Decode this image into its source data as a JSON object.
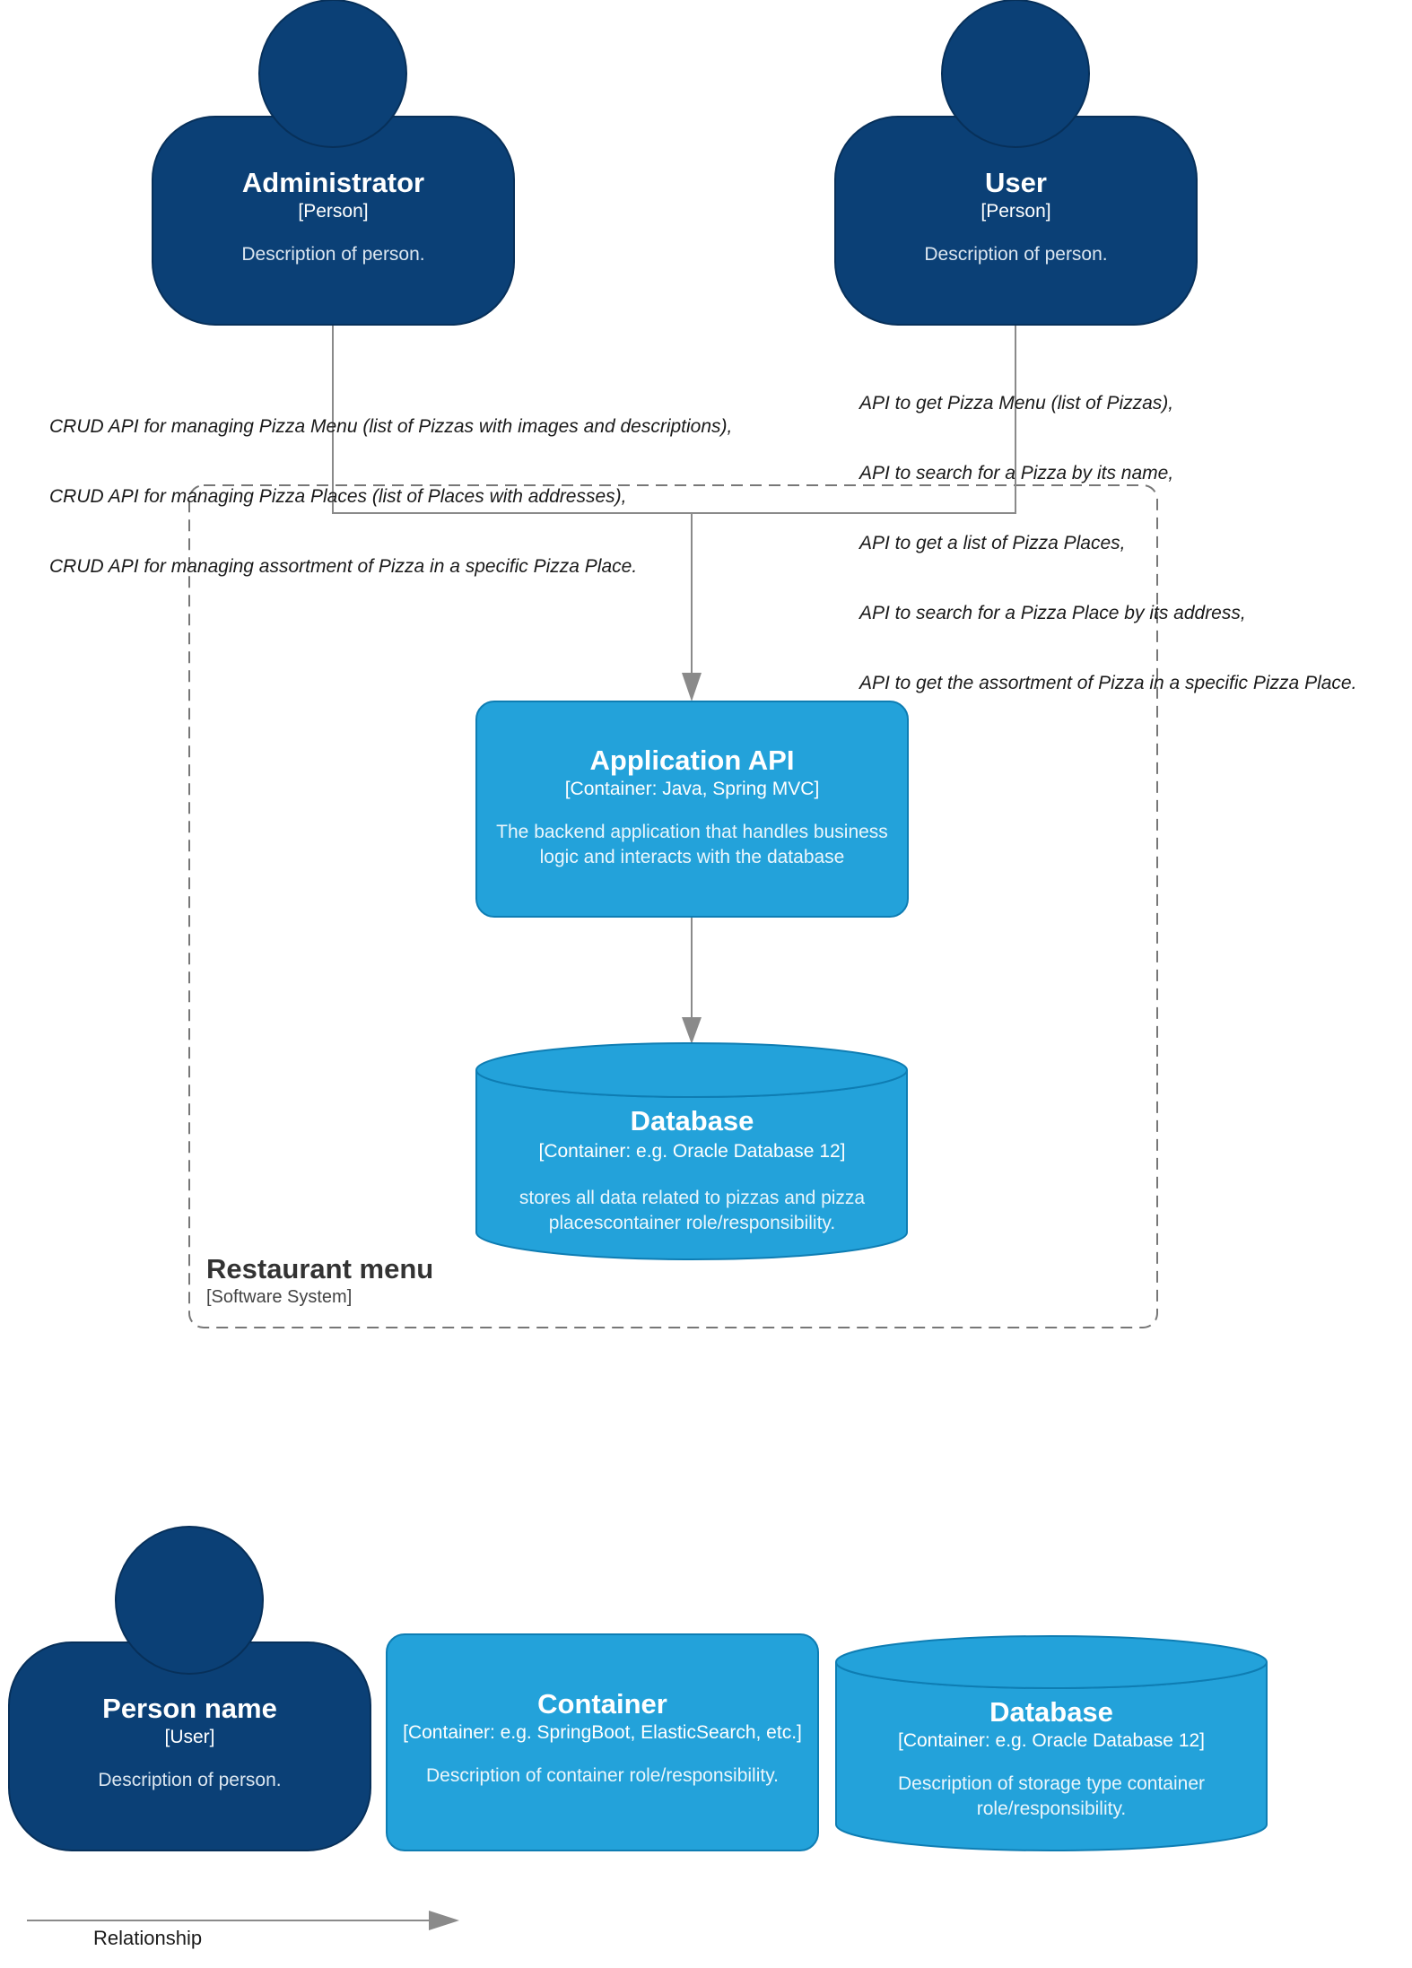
{
  "colors": {
    "person_fill": "#0b4076",
    "person_stroke": "#07305a",
    "container_fill": "#23a2da",
    "container_stroke": "#0e7db3",
    "edge": "#8a8a8a",
    "boundary": "#777777"
  },
  "persons": [
    {
      "id": "administrator",
      "name": "Administrator",
      "type": "[Person]",
      "description": "Description of person."
    },
    {
      "id": "user",
      "name": "User",
      "type": "[Person]",
      "description": "Description of person."
    }
  ],
  "relationships": {
    "admin_to_api": [
      "CRUD API for managing Pizza Menu (list of Pizzas with images and descriptions),",
      "CRUD API for managing Pizza Places (list of Places with addresses),",
      "CRUD API for managing assortment of Pizza in a specific Pizza Place."
    ],
    "user_to_api": [
      "API to get Pizza Menu (list of Pizzas),",
      "API to search for a Pizza by its name,",
      "API to get a list of Pizza Places,",
      "API to search for a Pizza Place by its address,",
      "API to get the assortment of Pizza in a specific Pizza Place."
    ]
  },
  "system": {
    "name": "Restaurant menu",
    "type": "[Software System]",
    "containers": {
      "api": {
        "name": "Application API",
        "tech": "[Container: Java, Spring MVC]",
        "description": [
          "The backend application that handles business",
          "logic and interacts with the database"
        ]
      },
      "database": {
        "name": "Database",
        "tech": "[Container: e.g. Oracle Database 12]",
        "description": [
          "stores all data related to pizzas and pizza",
          "placescontainer role/responsibility."
        ]
      }
    }
  },
  "legend": {
    "person": {
      "name": "Person name",
      "type": "[User]",
      "description": "Description of person."
    },
    "container": {
      "name": "Container",
      "tech": "[Container: e.g. SpringBoot, ElasticSearch, etc.]",
      "description": "Description of container role/responsibility."
    },
    "database": {
      "name": "Database",
      "tech": "[Container: e.g. Oracle Database 12]",
      "description": [
        "Description of storage type container",
        "role/responsibility."
      ]
    },
    "relationship": "Relationship"
  }
}
